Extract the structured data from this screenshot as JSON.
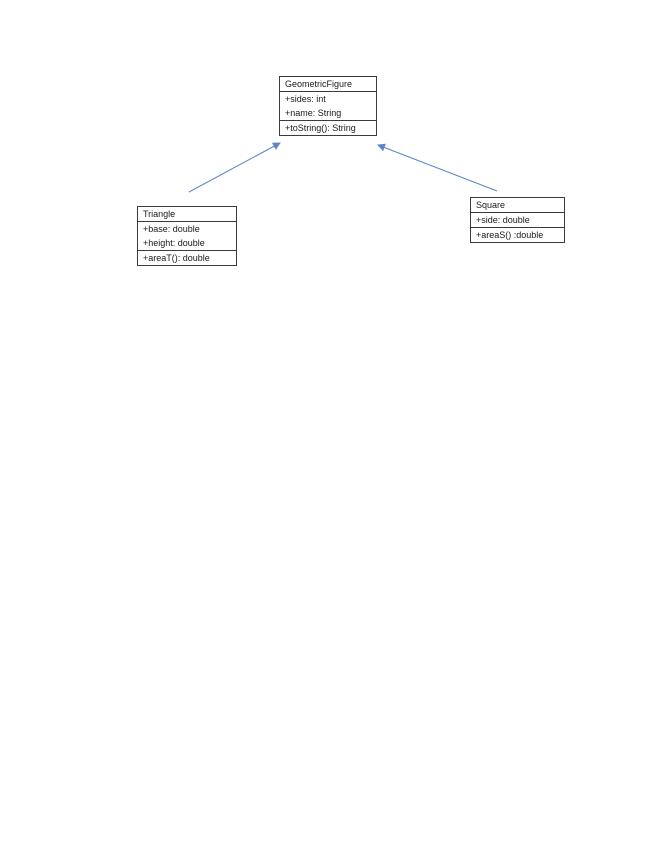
{
  "colors": {
    "arrow": "#5b86c5",
    "border": "#3b3b3b"
  },
  "classes": {
    "geometric_figure": {
      "name": "GeometricFigure",
      "attributes": [
        "+sides: int",
        "+name: String"
      ],
      "methods": [
        "+toString(): String"
      ]
    },
    "triangle": {
      "name": "Triangle",
      "attributes": [
        "+base: double",
        "+height: double"
      ],
      "methods": [
        "+areaT(): double"
      ]
    },
    "square": {
      "name": "Square",
      "attributes": [
        "+side: double"
      ],
      "methods": [
        "+areaS() :double"
      ]
    }
  },
  "relationships": [
    {
      "from": "triangle",
      "to": "geometric_figure",
      "type": "inheritance"
    },
    {
      "from": "square",
      "to": "geometric_figure",
      "type": "inheritance"
    }
  ]
}
